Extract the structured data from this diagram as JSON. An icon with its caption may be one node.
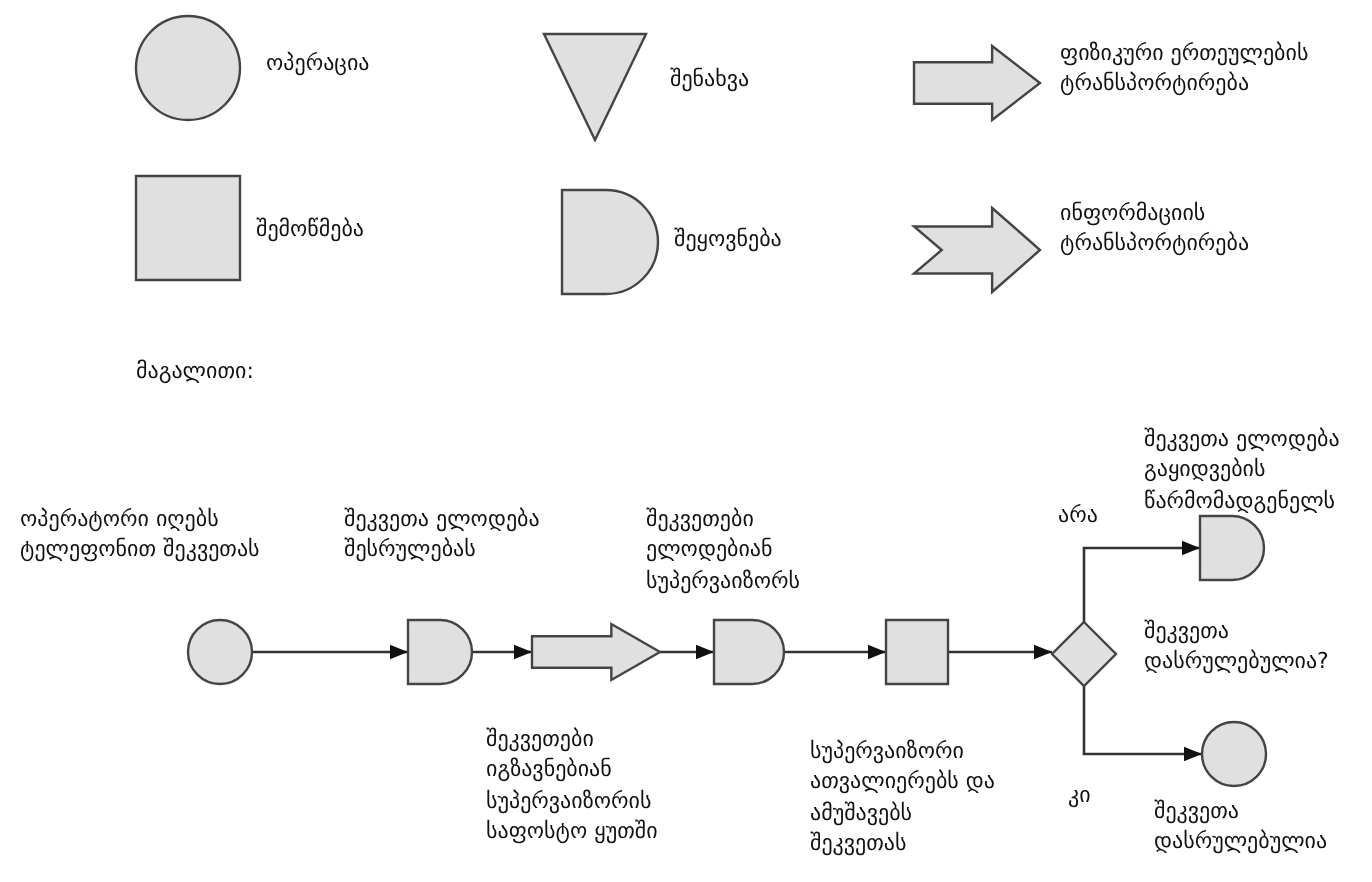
{
  "diagram": {
    "nodes": [
      {
        "text": [],
        "shape": "circle",
        "beside": [
          "ოპერაცია"
        ]
      },
      {
        "text": [],
        "shape": "triangle",
        "beside": [
          "შენახვა"
        ]
      },
      {
        "text": [],
        "shape": "arrow",
        "beside": [
          "ფიზიკური ერთეულების ტრანსპორტირება"
        ]
      },
      {
        "text": [],
        "shape": "box",
        "beside": [
          "შემოწმება"
        ]
      },
      {
        "text": [],
        "shape": "semicircle",
        "beside": [
          "შეყოვნება"
        ]
      },
      {
        "text": [],
        "shape": "chevron",
        "beside": [
          "ინფორმაციის ტრანსპორტირება"
        ]
      },
      {
        "text": [],
        "shape": "circle",
        "beside": [
          "ოპერატორი იღებს ტელეფონით შეკვეთას"
        ]
      },
      {
        "text": [],
        "shape": "semicircle",
        "beside": [
          "შეკვეთა ელოდება შესრულებას"
        ]
      },
      {
        "text": [],
        "shape": "arrow",
        "beside": [
          "შეკვეთები იგზავნებიან სუპერვაიზორის საფოსტო ყუთში"
        ]
      },
      {
        "text": [],
        "shape": "semicircle",
        "beside": [
          "შეკვეთები ელოდებიან სუპერვაიზორს"
        ]
      },
      {
        "text": [],
        "shape": "box",
        "beside": [
          "სუპერვაიზორი ათვალიერებს და ამუშავებს შეკვეთას"
        ]
      },
      {
        "text": [],
        "shape": "diamond",
        "beside": [
          "შეკვეთა დასრულებულია?"
        ]
      },
      {
        "text": [],
        "shape": "semicircle",
        "beside": [
          "შეკვეთა ელოდება გაყიდვების წარმომადგენელს"
        ]
      },
      {
        "text": [],
        "shape": "circle",
        "beside": [
          "შეკვეთა დასრულებულია"
        ]
      }
    ],
    "edges": [
      {
        "from": 6,
        "to": 7,
        "arrow": "to"
      },
      {
        "from": 7,
        "to": 8,
        "arrow": "to"
      },
      {
        "from": 8,
        "to": 9,
        "arrow": "to"
      },
      {
        "from": 9,
        "to": 10,
        "arrow": "to"
      },
      {
        "from": 10,
        "to": 11,
        "arrow": "to"
      },
      {
        "from": 11,
        "to": 12,
        "arrow": "to",
        "label": "არა"
      },
      {
        "from": 11,
        "to": 13,
        "arrow": "to",
        "label": "კი"
      }
    ],
    "labels": [
      "მაგალითი:"
    ]
  }
}
